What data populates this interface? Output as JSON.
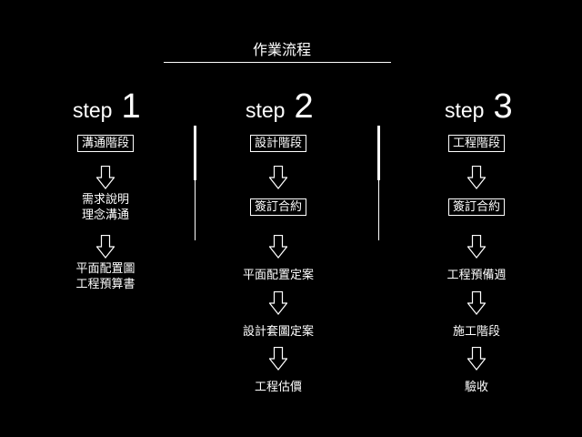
{
  "title": "作業流程",
  "columns": [
    {
      "step_word": "step",
      "step_number": "1",
      "nodes": [
        {
          "text": "溝通階段",
          "boxed": true
        },
        {
          "text": "需求說明\n理念溝通",
          "boxed": false
        },
        {
          "text": "平面配置圖\n工程預算書",
          "boxed": false
        }
      ]
    },
    {
      "step_word": "step",
      "step_number": "2",
      "nodes": [
        {
          "text": "設計階段",
          "boxed": true
        },
        {
          "text": "簽訂合約",
          "boxed": true
        },
        {
          "text": "平面配置定案",
          "boxed": false
        },
        {
          "text": "設計套圖定案",
          "boxed": false
        },
        {
          "text": "工程估價",
          "boxed": false
        }
      ]
    },
    {
      "step_word": "step",
      "step_number": "3",
      "nodes": [
        {
          "text": "工程階段",
          "boxed": true
        },
        {
          "text": "簽訂合約",
          "boxed": true
        },
        {
          "text": "工程預備週",
          "boxed": false
        },
        {
          "text": "施工階段",
          "boxed": false
        },
        {
          "text": "驗收",
          "boxed": false
        }
      ]
    }
  ]
}
